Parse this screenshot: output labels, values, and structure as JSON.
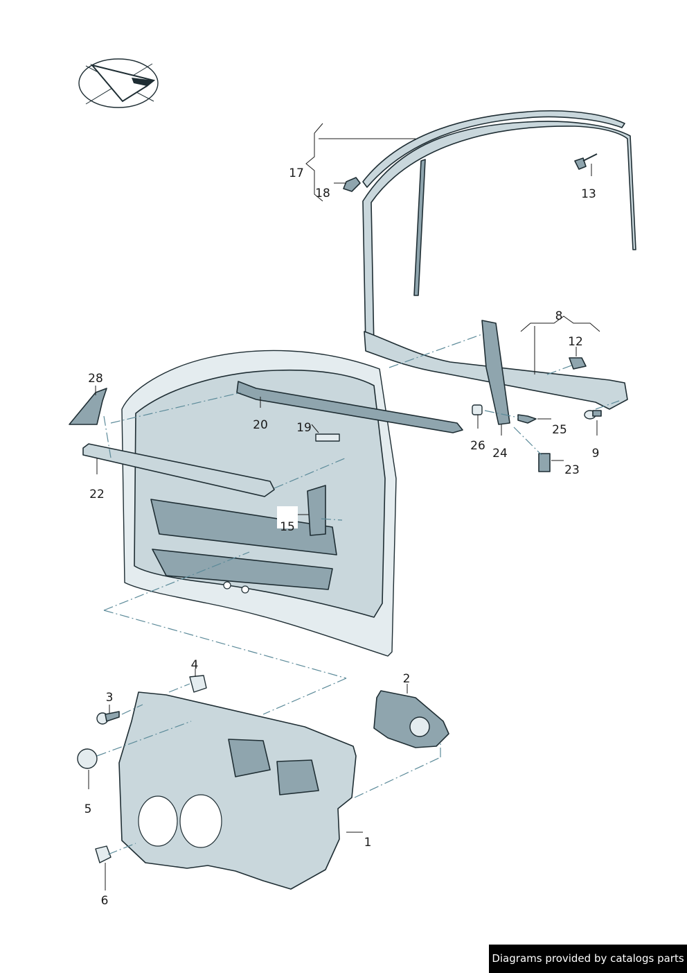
{
  "labels": {
    "p1": "1",
    "p2": "2",
    "p3": "3",
    "p4": "4",
    "p5": "5",
    "p6": "6",
    "p8": "8",
    "p9": "9",
    "p12": "12",
    "p13": "13",
    "p15": "15",
    "p17": "17",
    "p18": "18",
    "p19": "19",
    "p20": "20",
    "p22": "22",
    "p23": "23",
    "p24": "24",
    "p25": "25",
    "p26": "26",
    "p28": "28"
  },
  "footer": {
    "text": "Diagrams provided by catalogs parts"
  }
}
